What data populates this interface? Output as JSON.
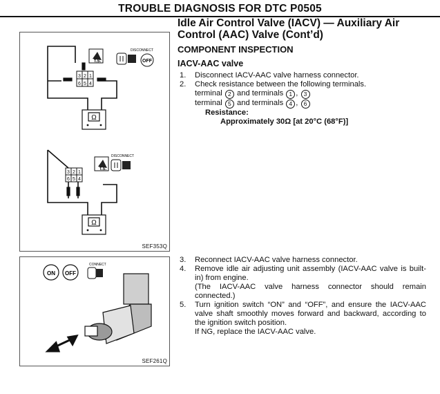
{
  "header": {
    "title": "TROUBLE DIAGNOSIS FOR DTC P0505"
  },
  "section": {
    "title": "Idle Air Control Valve (IACV) — Auxiliary Air Control (AAC) Valve (Cont’d)",
    "subhead": "COMPONENT INSPECTION",
    "subsub": "IACV-AAC valve"
  },
  "steps_top": [
    {
      "num": "1.",
      "text": "Disconnect IACV-AAC valve harness connector."
    },
    {
      "num": "2.",
      "text": "Check resistance between the following terminals."
    }
  ],
  "terminals": {
    "line1_pre": "terminal",
    "line1_a": "2",
    "line1_mid": "and terminals",
    "line1_b": "1",
    "line1_sep": ",",
    "line1_c": "3",
    "line2_pre": "terminal",
    "line2_a": "5",
    "line2_mid": "and terminals",
    "line2_b": "4",
    "line2_sep": ",",
    "line2_c": "6"
  },
  "resistance": {
    "label": "Resistance:",
    "value": "Approximately 30Ω [at 20°C (68°F)]"
  },
  "steps_bottom": [
    {
      "num": "3.",
      "text": "Reconnect IACV-AAC valve harness connector."
    },
    {
      "num": "4.",
      "text": "Remove idle air adjusting unit assembly (IACV-AAC valve is built-in) from engine.",
      "note": "(The IACV-AAC valve harness connector should remain connected.)"
    },
    {
      "num": "5.",
      "text": "Turn ignition switch “ON” and “OFF”, and ensure the IACV-AAC valve shaft smoothly moves forward and backward, according to the ignition switch position.",
      "note": "If NG, replace the IACV-AAC valve."
    }
  ],
  "figure1": {
    "label": "SEF353Q",
    "disconnect_text": "DISCONNECT",
    "ts_text": "T.S.",
    "off_text": "OFF",
    "ohm_symbol": "Ω",
    "connector_a_top": [
      "3",
      "2",
      "1"
    ],
    "connector_a_bottom": [
      "6",
      "5",
      "4"
    ],
    "connector_b_top": [
      "3",
      "2",
      "1"
    ],
    "connector_b_bottom": [
      "6",
      "5",
      "4"
    ]
  },
  "figure2": {
    "label": "SEF261Q",
    "on_text": "ON",
    "off_text": "OFF",
    "connect_text": "CONNECT"
  }
}
